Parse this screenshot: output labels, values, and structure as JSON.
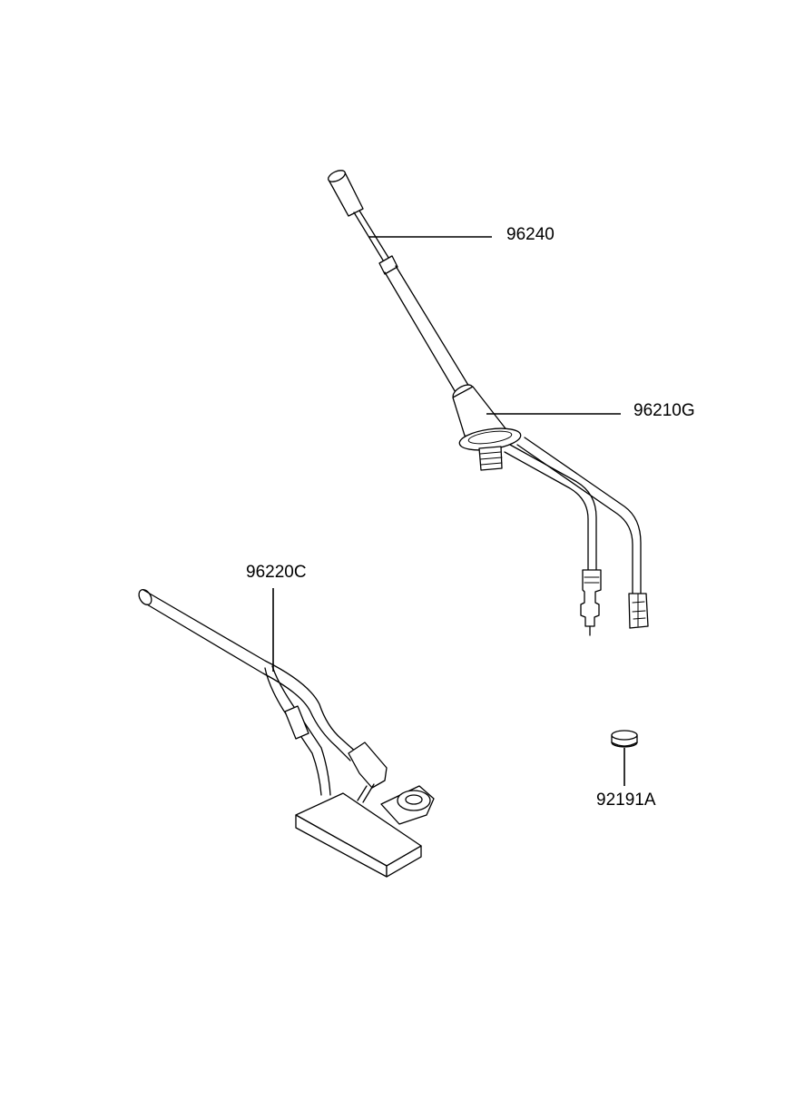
{
  "labels": {
    "rod": "96240",
    "base": "96210G",
    "feeder": "96220C",
    "cap": "92191A"
  }
}
